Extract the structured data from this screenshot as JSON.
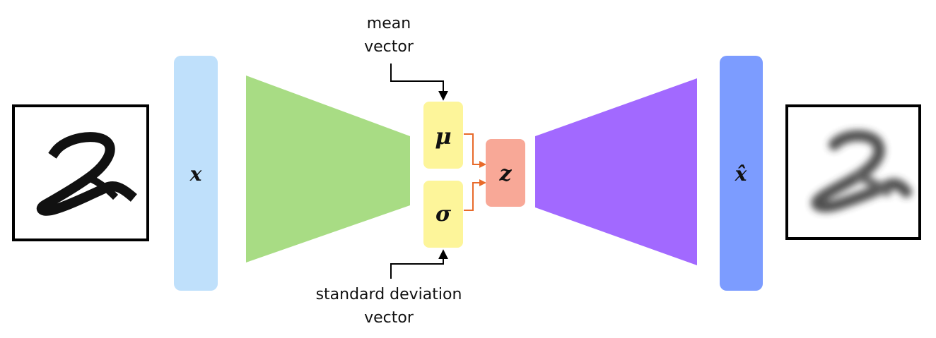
{
  "colors": {
    "input_bar": "#bfe0fb",
    "encoder": "#a8dc84",
    "latent_box": "#fdf59a",
    "z_box": "#f8a897",
    "decoder": "#a269ff",
    "output_bar": "#7c9cff",
    "connector": "#e86a2a",
    "pointer_line": "#000000",
    "frame": "#000000"
  },
  "input_image": {
    "digit": "2",
    "style": "pixelated-sharp"
  },
  "output_image": {
    "digit": "2",
    "style": "blurred-reconstruction"
  },
  "labels": {
    "x": "x",
    "mu": "μ",
    "sigma": "σ",
    "z": "z",
    "x_hat": "x̂",
    "mean_vector_line1": "mean",
    "mean_vector_line2": "vector",
    "std_dev_line1": "standard deviation",
    "std_dev_line2": "vector"
  }
}
